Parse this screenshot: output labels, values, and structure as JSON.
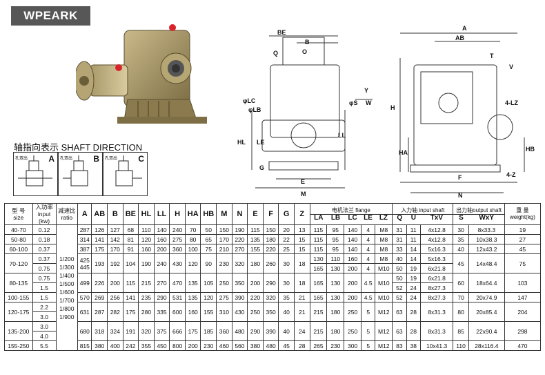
{
  "brand": "WPEARK",
  "shaft_direction": {
    "title": "轴指向表示 SHAFT DIRECTION",
    "boxes": [
      {
        "label": "A",
        "note": "孔双出"
      },
      {
        "label": "B",
        "note": "孔双出"
      },
      {
        "label": "C",
        "note": "孔双出"
      }
    ]
  },
  "drawing_labels": [
    "BE",
    "B",
    "Q",
    "O",
    "φLC",
    "φLB",
    "φS",
    "Y",
    "W",
    "HL",
    "LE",
    "G",
    "E",
    "M",
    "LL",
    "H",
    "A",
    "AB",
    "T",
    "V",
    "4-LZ",
    "HA",
    "HB",
    "F",
    "N",
    "4-Z"
  ],
  "table": {
    "header": {
      "size_cn": "型 号",
      "size_en": "size",
      "input_cn": "入功率",
      "input_en1": "input",
      "input_en2": "(kw)",
      "ratio_cn": "减速比",
      "ratio_en": "ratio",
      "dims": [
        "A",
        "AB",
        "B",
        "BE",
        "HL",
        "LL",
        "H",
        "HA",
        "HB",
        "M",
        "N",
        "E",
        "F",
        "G",
        "Z"
      ],
      "flange_title": "电机法兰 flange",
      "flange_cols": [
        "LA",
        "LB",
        "LC",
        "LE",
        "LZ"
      ],
      "input_shaft_title": "入力轴 input shaft",
      "input_shaft_cols": [
        "Q",
        "U",
        "TxV"
      ],
      "output_shaft_title": "出力轴output shaft",
      "output_shaft_cols": [
        "S",
        "WxY"
      ],
      "weight_cn": "重 量",
      "weight_en": "weight(kg)"
    },
    "ratio_values": [
      "1/200",
      "1/300",
      "1/400",
      "1/500",
      "1/600",
      "1/700",
      "1/800",
      "1/900"
    ],
    "rows": [
      {
        "size": "40-70",
        "powers": [
          "0.12"
        ],
        "dims": [
          "287",
          "126",
          "127",
          "68",
          "110",
          "140",
          "240",
          "70",
          "50",
          "150",
          "190",
          "115",
          "150",
          "20",
          "13"
        ],
        "flange": [
          "115",
          "95",
          "140",
          "4",
          "M8"
        ],
        "qu": [
          [
            "31",
            "11"
          ]
        ],
        "txv": [
          "4x12.8"
        ],
        "s": "30",
        "wxy": "8x33.3",
        "weight": "19"
      },
      {
        "size": "50-80",
        "powers": [
          "0.18"
        ],
        "dims": [
          "314",
          "141",
          "142",
          "81",
          "120",
          "160",
          "275",
          "80",
          "65",
          "170",
          "220",
          "135",
          "180",
          "22",
          "15"
        ],
        "flange": [
          "115",
          "95",
          "140",
          "4",
          "M8"
        ],
        "qu": [
          [
            "31",
            "11"
          ]
        ],
        "txv": [
          "4x12.8"
        ],
        "s": "35",
        "wxy": "10x38.3",
        "weight": "27"
      },
      {
        "size": "60-100",
        "powers": [
          "0.37"
        ],
        "dims": [
          "387",
          "175",
          "170",
          "91",
          "160",
          "200",
          "360",
          "100",
          "75",
          "210",
          "270",
          "155",
          "220",
          "25",
          "15"
        ],
        "flange": [
          "115",
          "95",
          "140",
          "4",
          "M8"
        ],
        "qu": [
          [
            "33",
            "14"
          ]
        ],
        "txv": [
          "5x16.3"
        ],
        "s": "40",
        "wxy": "12x43.2",
        "weight": "45"
      },
      {
        "size": "70-120",
        "powers": [
          "0.37",
          "0.75"
        ],
        "dims": [
          "425",
          "193",
          "192",
          "104",
          "190",
          "240",
          "430",
          "120",
          "90",
          "230",
          "320",
          "180",
          "260",
          "30",
          "18"
        ],
        "dims_a": [
          "445"
        ],
        "flange_rows": [
          [
            "130",
            "110",
            "160",
            "4",
            "M8"
          ],
          [
            "165",
            "130",
            "200",
            "4",
            "M10"
          ]
        ],
        "qu": [
          [
            "40",
            "14"
          ],
          [
            "50",
            "19"
          ]
        ],
        "txv": [
          "5x16.3",
          "6x21.8"
        ],
        "s": "45",
        "wxy": "14x48.4",
        "weight": "75"
      },
      {
        "size": "80-135",
        "powers": [
          "0.75",
          "1.5"
        ],
        "dims": [
          "499",
          "226",
          "200",
          "115",
          "215",
          "270",
          "470",
          "135",
          "105",
          "250",
          "350",
          "200",
          "290",
          "30",
          "18"
        ],
        "flange": [
          "165",
          "130",
          "200",
          "4.5",
          "M10"
        ],
        "qu": [
          [
            "50",
            "19"
          ],
          [
            "52",
            "24"
          ]
        ],
        "txv": [
          "6x21.8",
          "8x27.3"
        ],
        "s": "60",
        "wxy": "18x64.4",
        "weight": "103"
      },
      {
        "size": "100-155",
        "powers": [
          "1.5"
        ],
        "dims": [
          "570",
          "269",
          "256",
          "141",
          "235",
          "290",
          "531",
          "135",
          "120",
          "275",
          "390",
          "220",
          "320",
          "35",
          "21"
        ],
        "flange": [
          "165",
          "130",
          "200",
          "4.5",
          "M10"
        ],
        "qu": [
          [
            "52",
            "24"
          ]
        ],
        "txv": [
          "8x27.3"
        ],
        "s": "70",
        "wxy": "20x74.9",
        "weight": "147"
      },
      {
        "size": "120-175",
        "powers": [
          "2.2",
          "3.0"
        ],
        "dims": [
          "631",
          "287",
          "282",
          "175",
          "280",
          "335",
          "600",
          "160",
          "155",
          "310",
          "430",
          "250",
          "350",
          "40",
          "21"
        ],
        "flange": [
          "215",
          "180",
          "250",
          "5",
          "M12"
        ],
        "qu": [
          [
            "63",
            "28"
          ]
        ],
        "txv": [
          "8x31.3"
        ],
        "s": "80",
        "wxy": "20x85.4",
        "weight": "204"
      },
      {
        "size": "135-200",
        "powers": [
          "3.0",
          "4.0"
        ],
        "dims": [
          "680",
          "318",
          "324",
          "191",
          "320",
          "375",
          "666",
          "175",
          "185",
          "360",
          "480",
          "290",
          "390",
          "40",
          "24"
        ],
        "flange": [
          "215",
          "180",
          "250",
          "5",
          "M12"
        ],
        "qu": [
          [
            "63",
            "28"
          ]
        ],
        "txv": [
          "8x31.3"
        ],
        "s": "85",
        "wxy": "22x90.4",
        "weight": "298"
      },
      {
        "size": "155-250",
        "powers": [
          "5.5"
        ],
        "dims": [
          "815",
          "380",
          "400",
          "242",
          "355",
          "450",
          "800",
          "200",
          "230",
          "460",
          "560",
          "380",
          "480",
          "45",
          "28"
        ],
        "flange": [
          "265",
          "230",
          "300",
          "5",
          "M12"
        ],
        "qu": [
          [
            "83",
            "38"
          ]
        ],
        "txv": [
          "10x41.3"
        ],
        "s": "110",
        "wxy": "28x116.4",
        "weight": "470"
      }
    ]
  }
}
